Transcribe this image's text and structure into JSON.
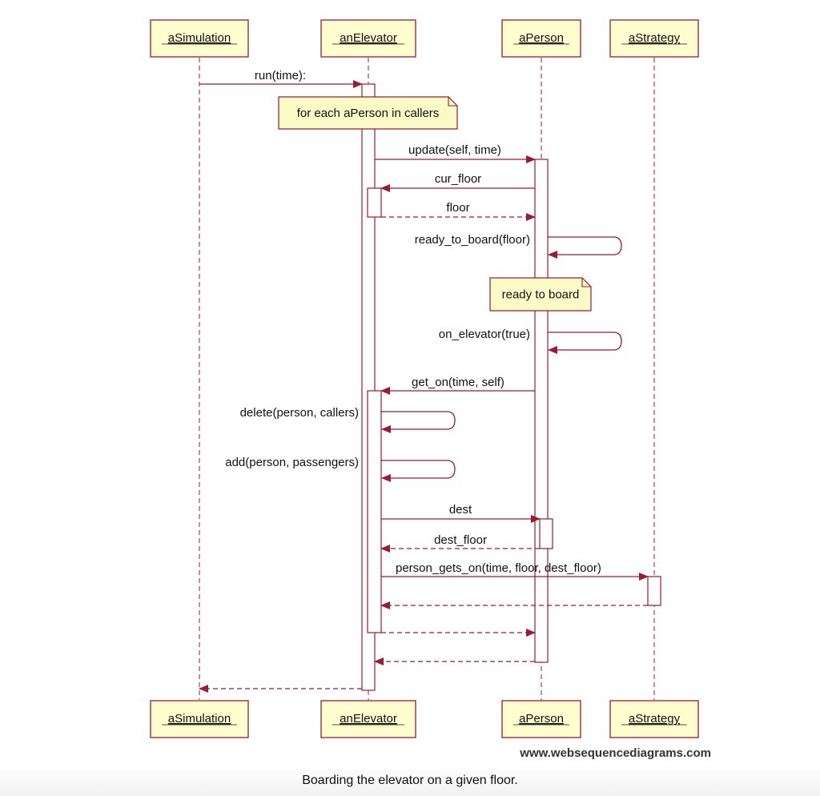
{
  "colors": {
    "line": "#9b1b30",
    "box_fill": "#fefece",
    "box_border": "#9b1b30",
    "note_fill": "#fbfbc8",
    "text": "#111111"
  },
  "participants": [
    {
      "id": "sim",
      "label": "aSimulation"
    },
    {
      "id": "elev",
      "label": "anElevator"
    },
    {
      "id": "person",
      "label": "aPerson"
    },
    {
      "id": "strat",
      "label": "aStrategy"
    }
  ],
  "notes": [
    {
      "text": "for each aPerson in callers",
      "over": "elev"
    },
    {
      "text": "ready to board",
      "over": "person"
    }
  ],
  "messages": [
    {
      "from": "sim",
      "to": "elev",
      "label": "run(time):",
      "style": "solid"
    },
    {
      "from": "elev",
      "to": "person",
      "label": "update(self, time)",
      "style": "solid"
    },
    {
      "from": "person",
      "to": "elev",
      "label": "cur_floor",
      "style": "solid"
    },
    {
      "from": "elev",
      "to": "person",
      "label": "floor",
      "style": "dashed"
    },
    {
      "from": "person",
      "to": "person",
      "label": "ready_to_board(floor)",
      "style": "solid"
    },
    {
      "from": "person",
      "to": "person",
      "label": "on_elevator(true)",
      "style": "solid"
    },
    {
      "from": "person",
      "to": "elev",
      "label": "get_on(time, self)",
      "style": "solid"
    },
    {
      "from": "elev",
      "to": "elev",
      "label": "delete(person, callers)",
      "style": "solid"
    },
    {
      "from": "elev",
      "to": "elev",
      "label": "add(person, passengers)",
      "style": "solid"
    },
    {
      "from": "elev",
      "to": "person",
      "label": "dest",
      "style": "solid"
    },
    {
      "from": "person",
      "to": "elev",
      "label": "dest_floor",
      "style": "dashed"
    },
    {
      "from": "elev",
      "to": "strat",
      "label": "person_gets_on(time, floor, dest_floor)",
      "style": "solid"
    },
    {
      "from": "strat",
      "to": "elev",
      "label": "",
      "style": "dashed"
    },
    {
      "from": "elev",
      "to": "person",
      "label": "",
      "style": "dashed"
    },
    {
      "from": "person",
      "to": "elev",
      "label": "",
      "style": "dashed"
    },
    {
      "from": "elev",
      "to": "sim",
      "label": "",
      "style": "dashed"
    }
  ],
  "watermark": "www.websequencediagrams.com",
  "caption": "Boarding the elevator on a given floor."
}
